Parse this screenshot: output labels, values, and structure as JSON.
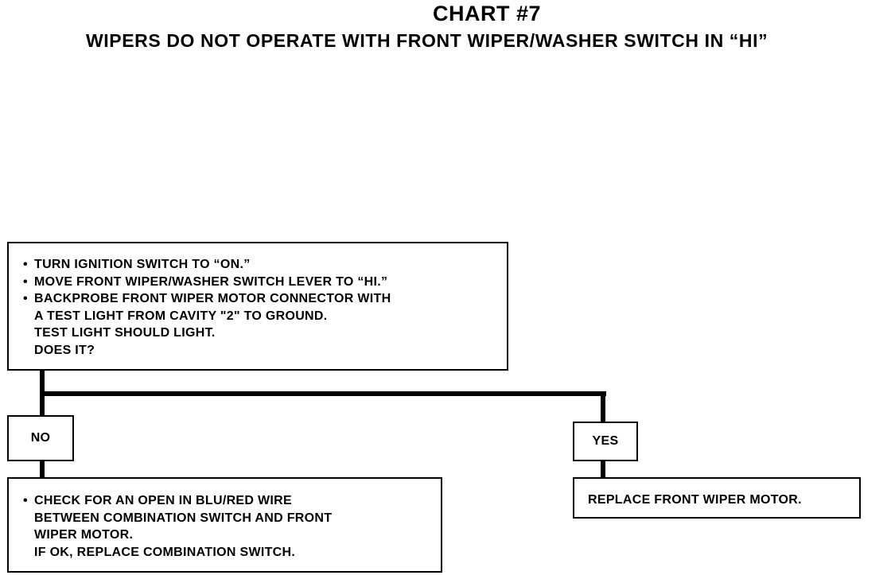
{
  "header": {
    "title": "CHART #7",
    "subtitle": "WIPERS DO NOT OPERATE WITH FRONT WIPER/WASHER SWITCH IN “HI”"
  },
  "start_box": {
    "steps": [
      "TURN IGNITION SWITCH TO “ON.”",
      "MOVE FRONT WIPER/WASHER SWITCH LEVER TO “HI.”",
      "BACKPROBE FRONT WIPER MOTOR CONNECTOR WITH"
    ],
    "continuation": [
      "A TEST LIGHT FROM CAVITY \"2\" TO GROUND.",
      "TEST LIGHT SHOULD LIGHT.",
      "DOES IT?"
    ]
  },
  "branches": {
    "no_label": "NO",
    "yes_label": "YES"
  },
  "no_action": {
    "step": "CHECK FOR AN OPEN IN BLU/RED WIRE",
    "continuation": [
      "BETWEEN COMBINATION SWITCH AND FRONT",
      "WIPER MOTOR.",
      "IF OK, REPLACE COMBINATION SWITCH."
    ]
  },
  "yes_action": {
    "text": "REPLACE FRONT WIPER MOTOR."
  }
}
